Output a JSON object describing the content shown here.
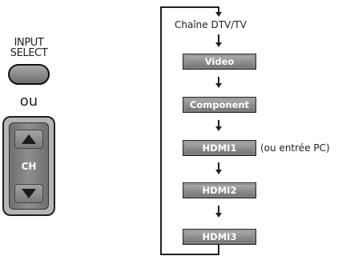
{
  "remote": {
    "input_select_line1": "INPUT",
    "input_select_line2": "SELECT",
    "or_text": "ou",
    "channel_label": "CH"
  },
  "flow": {
    "start_label": "Chaîne DTV/TV",
    "items": [
      {
        "label": "Video"
      },
      {
        "label": "Component"
      },
      {
        "label": "HDMI1",
        "note": "(ou entrée PC)"
      },
      {
        "label": "HDMI2"
      },
      {
        "label": "HDMI3"
      }
    ]
  }
}
